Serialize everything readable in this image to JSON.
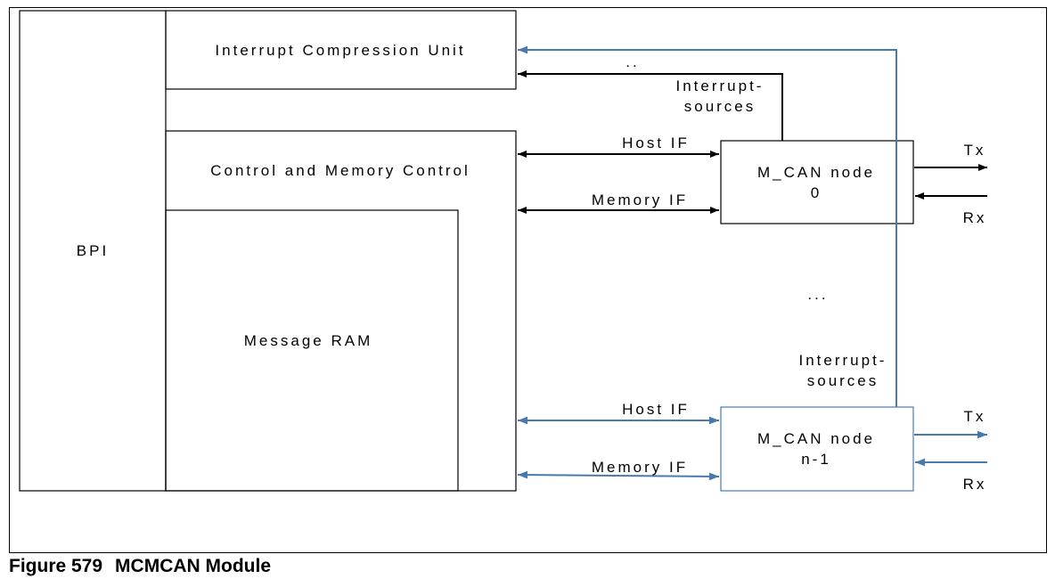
{
  "diagram": {
    "blocks": {
      "bpi": "BPI",
      "interrupt_compression_unit": "Interrupt Compression Unit",
      "control_memory_control": "Control and Memory Control",
      "message_ram": "Message RAM",
      "mcan_node_0": [
        "M_CAN node",
        "0"
      ],
      "mcan_node_n1": [
        "M_CAN node",
        "n-1"
      ]
    },
    "labels": {
      "dots_top": "..",
      "dots_middle": "...",
      "interrupt_sources": [
        "Interrupt-",
        "sources"
      ],
      "host_if": "Host IF",
      "memory_if": "Memory IF",
      "tx": "Tx",
      "rx": "Rx"
    },
    "colors": {
      "black": "#000000",
      "blue": "#4a7aab"
    }
  },
  "caption": {
    "number": "Figure 579",
    "title": "MCMCAN Module"
  }
}
